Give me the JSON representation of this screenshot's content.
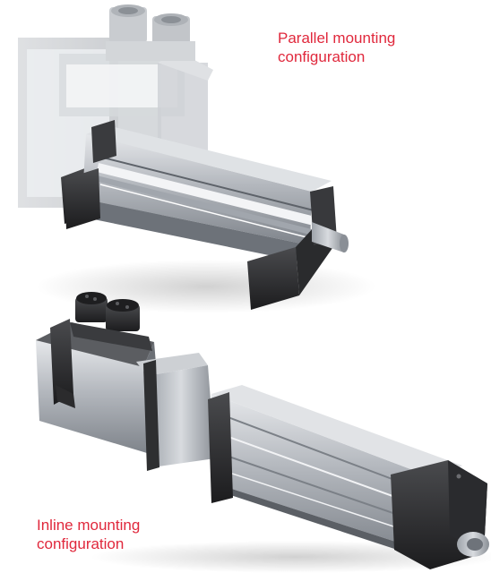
{
  "captions": {
    "parallel": {
      "line1": "Parallel mounting",
      "line2": "configuration"
    },
    "inline": {
      "line1": "Inline mounting",
      "line2": "configuration"
    }
  },
  "colors": {
    "caption": "#e0283c",
    "dark_housing": "#2b2b2d",
    "aluminium": "#b9bcc1",
    "background": "#ffffff"
  },
  "icons": {
    "parallel_actuator": "parallel-actuator-illustration",
    "inline_actuator": "inline-actuator-illustration"
  }
}
